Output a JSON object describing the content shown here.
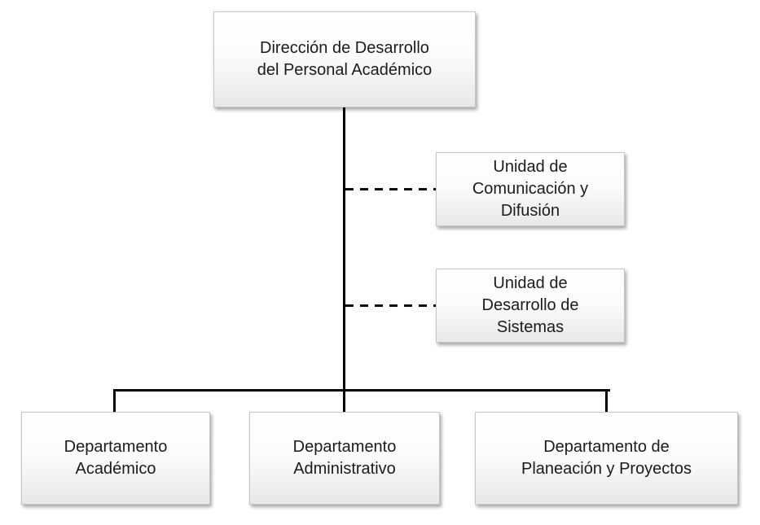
{
  "org_chart": {
    "type": "org-tree",
    "language": "es",
    "nodes": {
      "root": {
        "label": "Dirección de Desarrollo\ndel Personal Académico"
      },
      "staff_units": [
        {
          "label": "Unidad de\nComunicación y\nDifusión"
        },
        {
          "label": "Unidad de\nDesarrollo de\nSistemas"
        }
      ],
      "departments": [
        {
          "label": "Departamento\nAcadémico"
        },
        {
          "label": "Departamento\nAdministrativo"
        },
        {
          "label": "Departamento de\nPlaneación y Proyectos"
        }
      ]
    },
    "connectors": {
      "hierarchy_style": "solid",
      "staff_style": "dashed"
    },
    "colors": {
      "background": "#ffffff",
      "line": "#000000",
      "box_border": "#c6c6c6",
      "box_fill_top": "#ffffff",
      "box_fill_bottom": "#e8e8e8",
      "text": "#1b1b1b"
    }
  }
}
